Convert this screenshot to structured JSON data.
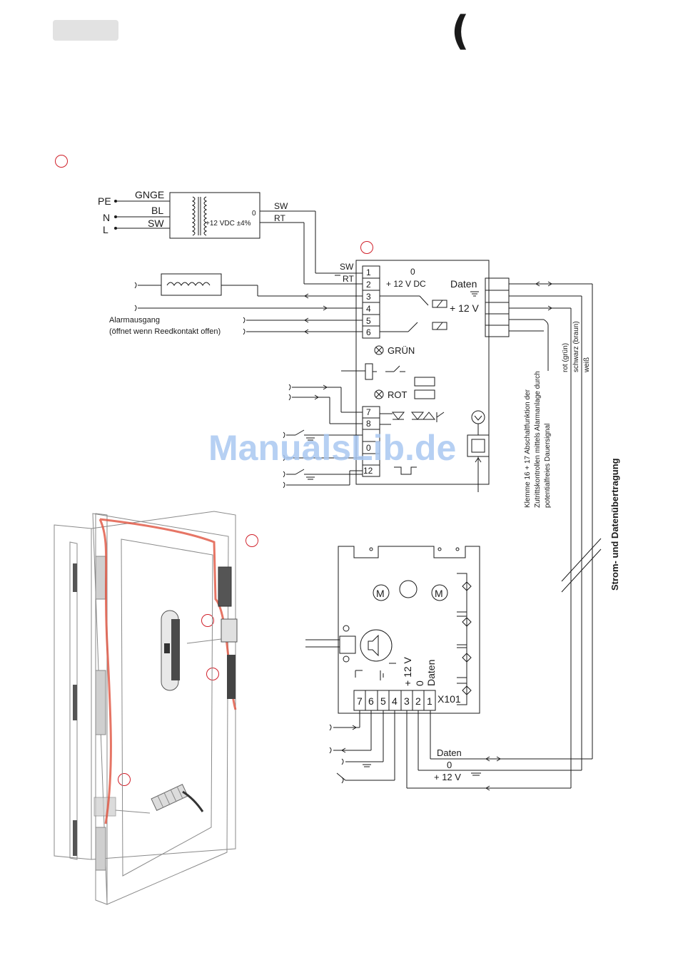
{
  "header": {
    "parenthesis": "("
  },
  "markers": [
    "",
    "",
    "",
    "",
    "",
    ""
  ],
  "power_supply": {
    "inputs": [
      "PE",
      "N",
      "L"
    ],
    "wire_labels": [
      "GNGE",
      "BL",
      "SW"
    ],
    "output_zero": "0",
    "output_voltage": "+12 VDC ±4%",
    "output_wires": [
      "SW",
      "RT"
    ]
  },
  "controller": {
    "terminal_colors": [
      "SW",
      "RT"
    ],
    "terminals": [
      "1",
      "2",
      "3",
      "4",
      "5",
      "6",
      "7",
      "8",
      "",
      "0",
      "",
      "12"
    ],
    "zero_label": "0",
    "dc_label": "+ 12 V DC",
    "daten_label": "Daten",
    "v12_label": "+ 12 V",
    "gruen_label": "GRÜN",
    "rot_label": "ROT"
  },
  "alarm": {
    "line1": "Alarmausgang",
    "line2": "(öffnet wenn Reedkontakt offen)"
  },
  "cable_colors": [
    "rot (grün)",
    "schwarz (braun)",
    "weiß"
  ],
  "side_note": [
    "Klemme 16 + 17 Abschaltfunktion der",
    "Zutrittskontrollen mittels Alarmanlage durch",
    "potentialfreies Dauersignal"
  ],
  "vertical_title": "Strom- und Datenübertragung",
  "motor_board": {
    "motor_symbol": "M",
    "terminals": [
      "7",
      "6",
      "5",
      "4",
      "3",
      "2",
      "1"
    ],
    "connector": "X101",
    "col_labels": [
      "+ 12 V",
      "0",
      "Daten"
    ],
    "bottom_labels": [
      "Daten",
      "0",
      "+ 12 V"
    ]
  },
  "watermark": "ManualsLib.de",
  "colors": {
    "marker_red": "#d0202a",
    "cable_orange": "#e0533f",
    "watermark": "#aac8f2"
  }
}
